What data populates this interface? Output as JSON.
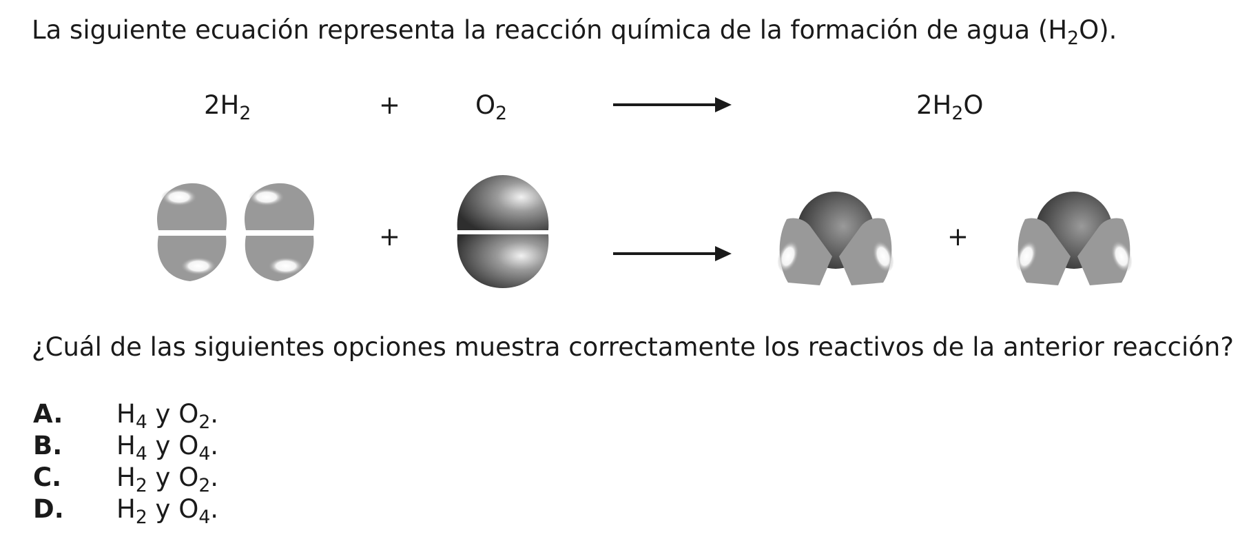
{
  "intro": {
    "text": "La siguiente ecuación representa la reacción química de la formación de agua (H",
    "sub": "2",
    "end": "O)."
  },
  "equation": {
    "reactant1": {
      "coef": "2H",
      "sub": "2"
    },
    "plus": "+",
    "reactant2": {
      "main": "O",
      "sub": "2"
    },
    "product": {
      "pre": "2H",
      "sub": "2",
      "post": "O"
    }
  },
  "models": {
    "plus1": "+",
    "plus2": "+"
  },
  "question": "¿Cuál de las siguientes opciones muestra correctamente los reactivos de la anterior reacción?",
  "options": [
    {
      "letter": "A.",
      "a": "H",
      "a_sub": "4",
      "mid": " y O",
      "b_sub": "2",
      "end": "."
    },
    {
      "letter": "B.",
      "a": "H",
      "a_sub": "4",
      "mid": " y O",
      "b_sub": "4",
      "end": "."
    },
    {
      "letter": "C.",
      "a": "H",
      "a_sub": "2",
      "mid": " y O",
      "b_sub": "2",
      "end": "."
    },
    {
      "letter": "D.",
      "a": "H",
      "a_sub": "2",
      "mid": " y O",
      "b_sub": "4",
      "end": "."
    }
  ],
  "colors": {
    "hydrogen": "#9a9a9a",
    "oxygen": "#4a4a4a",
    "text": "#1a1a1a"
  }
}
